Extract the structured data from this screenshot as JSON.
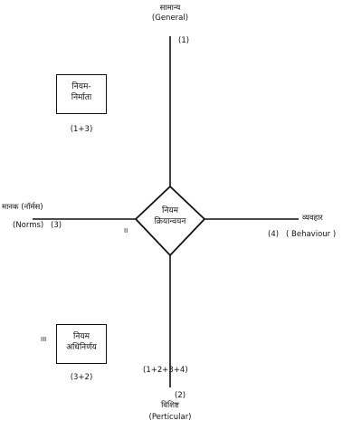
{
  "labels": {
    "top_hi": "सामान्य",
    "top_en": "(General)",
    "top_num": "(1)",
    "bottom_sum": "(1+2+3+4)",
    "bottom_num": "(2)",
    "bottom_hi": "विशिष्ट",
    "bottom_en": "(Perticular)",
    "left_hi": "मानक (नॉर्मस)",
    "left_en": "(Norms)",
    "left_num": "(3)",
    "right_hi": "व्यवहार",
    "right_num": "(4)",
    "right_en": "( Behaviour )",
    "roman_ii": "II",
    "roman_iii": "III"
  },
  "boxes": {
    "upper": {
      "line1": "नियम-",
      "line2": "निर्माता",
      "formula": "(1+3)"
    },
    "lower": {
      "line1": "नियम",
      "line2": "अधिनिर्णय",
      "formula": "(3+2)"
    }
  },
  "center": {
    "line1": "नियम",
    "line2": "क्रियान्वयन"
  },
  "colors": {
    "ink": "#111111",
    "paper": "#ffffff"
  }
}
